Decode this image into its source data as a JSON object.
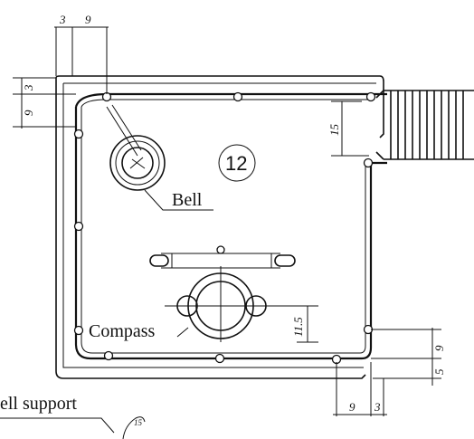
{
  "diagram": {
    "label_number": "12",
    "labels": {
      "bell": "Bell",
      "compass": "Compass",
      "bell_support": "ell support"
    },
    "dimensions": {
      "top_left_a": "3",
      "top_left_b": "9",
      "left_a": "3",
      "left_b": "9",
      "right_upper": "15",
      "compass_offset": "11.5",
      "right_lower_a": "9",
      "right_lower_b": "5",
      "bottom_a": "9",
      "bottom_b": "3",
      "support_small": "15"
    }
  }
}
